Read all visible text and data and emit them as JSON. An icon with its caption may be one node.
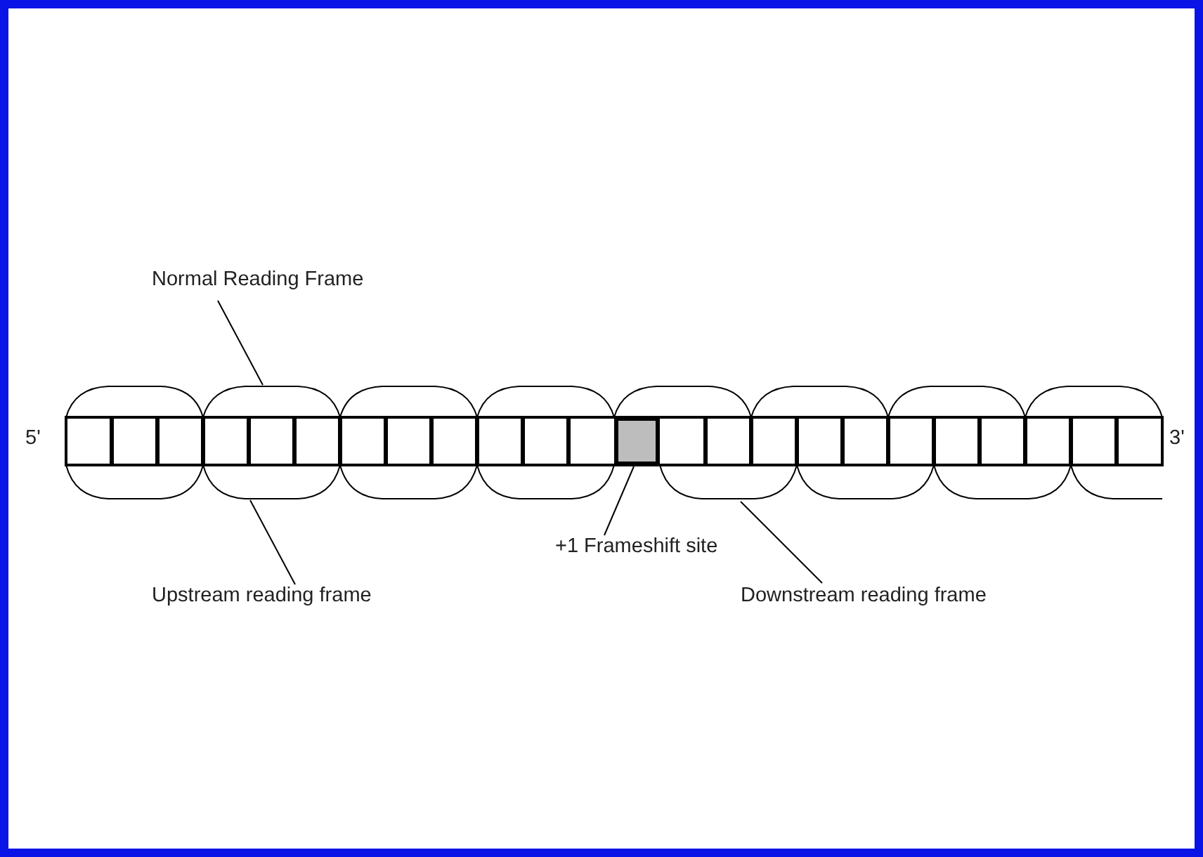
{
  "diagram": {
    "nodes": [
      {
        "text": [
          "Normal Reading Frame"
        ]
      },
      {
        "text": [
          "Upstream reading frame"
        ]
      },
      {
        "text": [
          "+1 Frameshift site"
        ]
      },
      {
        "text": [
          "Downstream reading frame"
        ]
      },
      {
        "text": [],
        "shape": "arc"
      },
      {
        "text": [],
        "shape": "arc"
      },
      {
        "text": [],
        "shape": "box"
      },
      {
        "text": [],
        "shape": "arc"
      }
    ],
    "edges": [
      {
        "from": 0,
        "to": 4,
        "arrow": "none"
      },
      {
        "from": 1,
        "to": 5,
        "arrow": "none"
      },
      {
        "from": 2,
        "to": 6,
        "arrow": "none"
      },
      {
        "from": 3,
        "to": 7,
        "arrow": "none"
      }
    ],
    "labels": [
      "5'",
      "3'"
    ]
  }
}
